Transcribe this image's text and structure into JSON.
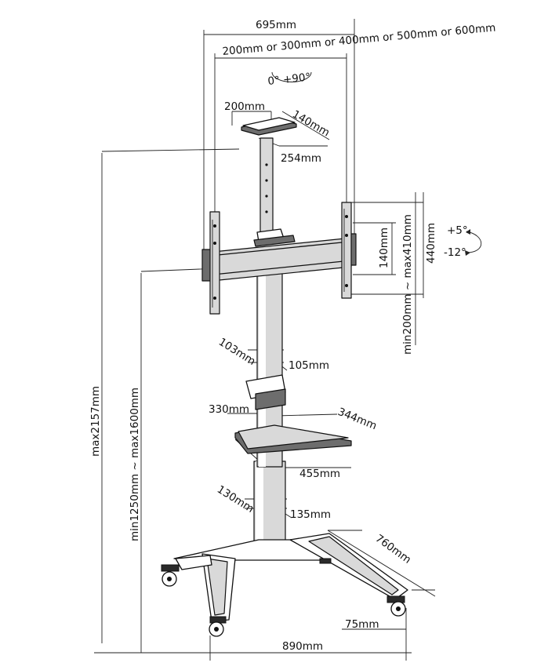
{
  "diagram": {
    "labels": {
      "overall_width": "695mm",
      "vesa_widths": "200mm or 300mm or 400mm or 500mm or 600mm",
      "rotation": "0° +90°",
      "shelf_top_front": "200mm",
      "shelf_top_side": "140mm",
      "shelf_top_depth": "254mm",
      "bracket_height": "140mm",
      "vesa_heights": "min200mm ~ max410mm",
      "bracket_total_height": "440mm",
      "tilt_up": "+5°",
      "tilt_down": "-12°",
      "max_height": "max2157mm",
      "height_range": "min1250mm ~ max1600mm",
      "upper_pole_depth": "103mm",
      "upper_pole_width": "105mm",
      "shelf_width": "330mm",
      "shelf_depth": "344mm",
      "shelf_length": "455mm",
      "lower_pole_depth": "130mm",
      "lower_pole_width": "135mm",
      "base_depth": "760mm",
      "caster_size": "75mm",
      "base_width": "890mm"
    }
  }
}
